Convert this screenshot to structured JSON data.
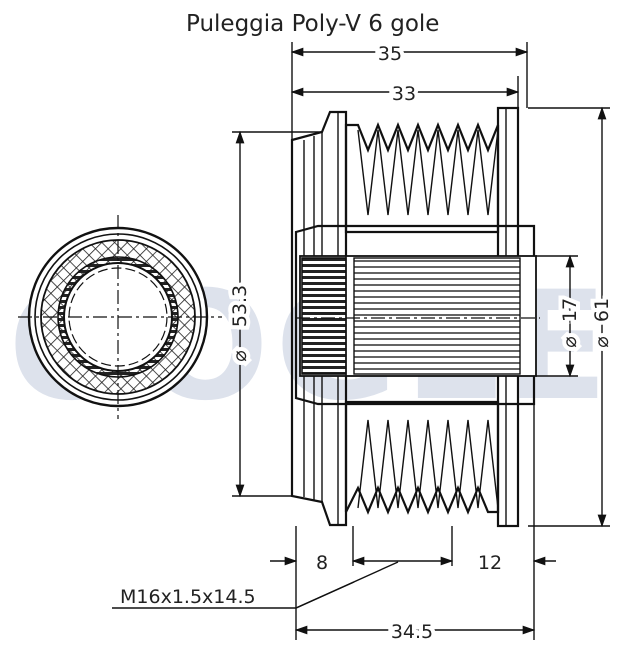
{
  "title": "Puleggia Poly-V 6 gole",
  "dimensions": {
    "overall_width": "35",
    "groove_width": "33",
    "outer_diameter": "61",
    "body_diameter": "53.3",
    "bore_diameter": "17",
    "left_offset": "8",
    "right_offset": "12",
    "base_length": "34.5",
    "thread_spec": "M16x1.5x14.5"
  },
  "symbols": {
    "diameter": "⌀"
  },
  "watermark": {
    "text": "OOGLE",
    "color": "#dde2ec"
  },
  "colors": {
    "line": "#111111",
    "hatch": "#222222",
    "background": "#ffffff"
  }
}
